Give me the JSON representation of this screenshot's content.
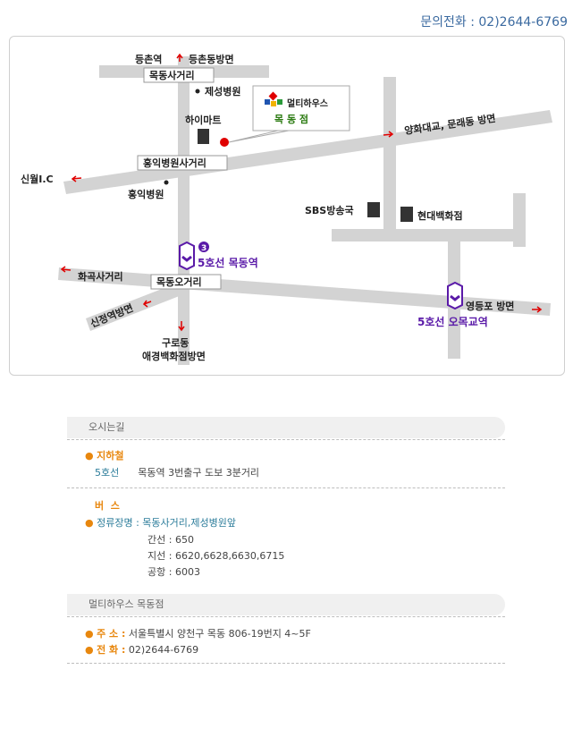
{
  "header": {
    "phone": "문의전화 : 02)2644-6769"
  },
  "map": {
    "labels": {
      "deungchon": "등촌역",
      "deungchon_dir": "등촌동방면",
      "mokdong_sageori": "목동사거리",
      "jesung": "제성병원",
      "himart": "하이마트",
      "store_brand": "멀티하우스",
      "store_branch": "목 동 점",
      "yanghwa": "양화대교, 문래동 방면",
      "hongik_sageori": "홍익병원사거리",
      "sinwol": "신월I.C",
      "hongik": "홍익병원",
      "sbs": "SBS방송국",
      "hyundai": "현대백화점",
      "exit_no": "3",
      "line5_mokdong": "5호선 목동역",
      "hwagok": "화곡사거리",
      "mokdong_ogeori": "목동오거리",
      "sinjeong": "신정역방면",
      "guro": "구로동",
      "aekyung": "애경백화점방면",
      "yeongdeungpo": "영등포 방면",
      "line5_omokgyo": "5호선 오목교역"
    }
  },
  "directions": {
    "section_title": "오시는길",
    "subway": {
      "title": "지하철",
      "line": "5호선",
      "detail": "목동역 3번출구 도보 3분거리"
    },
    "bus": {
      "title": "버  스",
      "stop_label": "정류장명 :",
      "stop_value": "목동사거리,제성병원앞",
      "routes": [
        {
          "type": "간선",
          "sep": " : ",
          "numbers": "650"
        },
        {
          "type": "지선",
          "sep": " : ",
          "numbers": "6620,6628,6630,6715"
        },
        {
          "type": "공항",
          "sep": " : ",
          "numbers": "6003"
        }
      ]
    }
  },
  "store": {
    "section_title": "멀티하우스 목동점",
    "address_label": "주 소 :",
    "address": "서울특별시 양천구 목동 806-19번지 4~5F",
    "phone_label": "전 화 :",
    "phone": "02)2644-6769"
  },
  "colors": {
    "accent": "#e8870e",
    "teal": "#2b7c9a",
    "subway": "#5a1aa8",
    "road": "#d3d3d3",
    "marker": "#e00000"
  }
}
